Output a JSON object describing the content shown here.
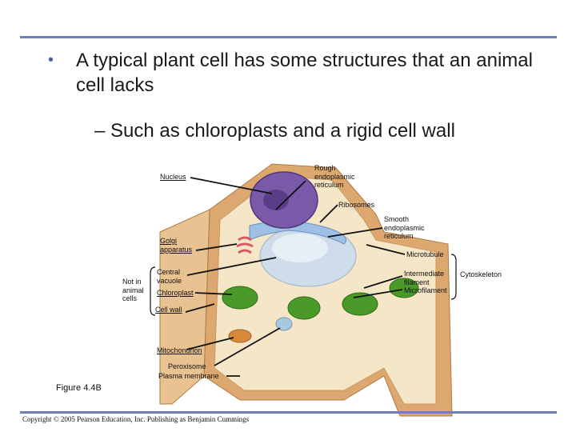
{
  "slide": {
    "bullet_symbol": "•",
    "bullet_text": "A typical plant cell has some structures that an animal cell lacks",
    "sub_bullet_text": "– Such as chloroplasts and a rigid cell wall",
    "figure_caption": "Figure 4.4B",
    "copyright": "Copyright © 2005 Pearson Education, Inc. Publishing as Benjamin Cummings"
  },
  "labels": {
    "nucleus": "Nucleus",
    "rough_er": "Rough\nendoplasmic\nreticulum",
    "ribosomes": "Ribosomes",
    "smooth_er": "Smooth\nendoplasmic\nreticulum",
    "golgi": "Golgi\napparatus",
    "microtubule": "Microtubule",
    "central_vacuole": "Central\nvacuole",
    "chloroplast": "Chloroplast",
    "intermediate_filament": "Intermediate\nfilament",
    "microfilament": "Microfilament",
    "cytoskeleton": "Cytoskeleton",
    "not_in_animal": "Not in\nanimal\ncells",
    "cell_wall": "Cell wall",
    "mitochondrion": "Mitochondrion",
    "peroxisome": "Peroxisome",
    "plasma_membrane": "Plasma membrane"
  },
  "colors": {
    "rule": "#6f7fb5",
    "cell_wall": "#d9a56b",
    "nucleus": "#7a5aa8",
    "chloroplast": "#4a9a2a",
    "vacuole": "#c8d8e8",
    "golgi": "#d85a6a"
  }
}
